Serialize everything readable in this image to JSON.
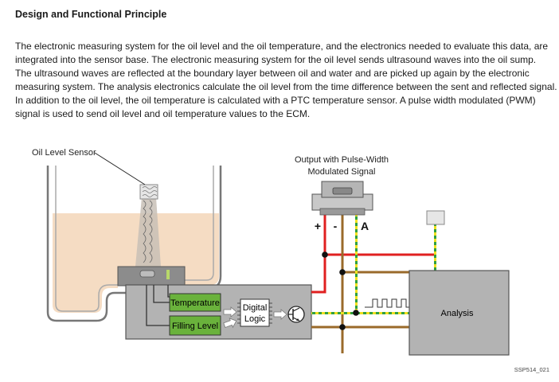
{
  "title": "Design and Functional Principle",
  "paragraph_lines": [
    "The electronic measuring system for the oil level and the oil temperature, and the electronics needed to evaluate this data, are",
    "integrated into the sensor base.  The electronic measuring system for the oil level sends ultrasound waves into the oil sump.",
    "The ultrasound waves are reflected at the boundary layer between oil and water and are picked up again by the electronic",
    "measuring system.  The analysis electronics calculate the oil level from the time difference between the sent and reflected signal.",
    "In addition to the oil level, the oil temperature is calculated with a PTC temperature sensor.  A pulse width modulated (PWM)",
    "signal is used to send oil level and oil temperature values to the ECM."
  ],
  "diagram": {
    "sensor_label": "Oil Level Sensor",
    "output_label_line1": "Output with Pulse-Width",
    "output_label_line2": "Modulated Signal",
    "pin_plus": "+",
    "pin_minus": "-",
    "pin_a": "A",
    "temperature_label": "Temperature",
    "filling_level_label": "Filling Level",
    "digital_line1": "Digital",
    "digital_line2": "Logic",
    "analysis_label": "Analysis",
    "figure_code": "SSP514_021"
  },
  "colors": {
    "oil": "#f5dcc3",
    "oil_dark": "#ead0b4",
    "box_grey": "#b3b3b3",
    "sensor_head": "#8c8c8c",
    "green_block": "#6ab23c",
    "wire_red": "#e02020",
    "wire_brown": "#9a6a2a",
    "wire_yellow": "#f0e020",
    "wire_green": "#30a040"
  }
}
